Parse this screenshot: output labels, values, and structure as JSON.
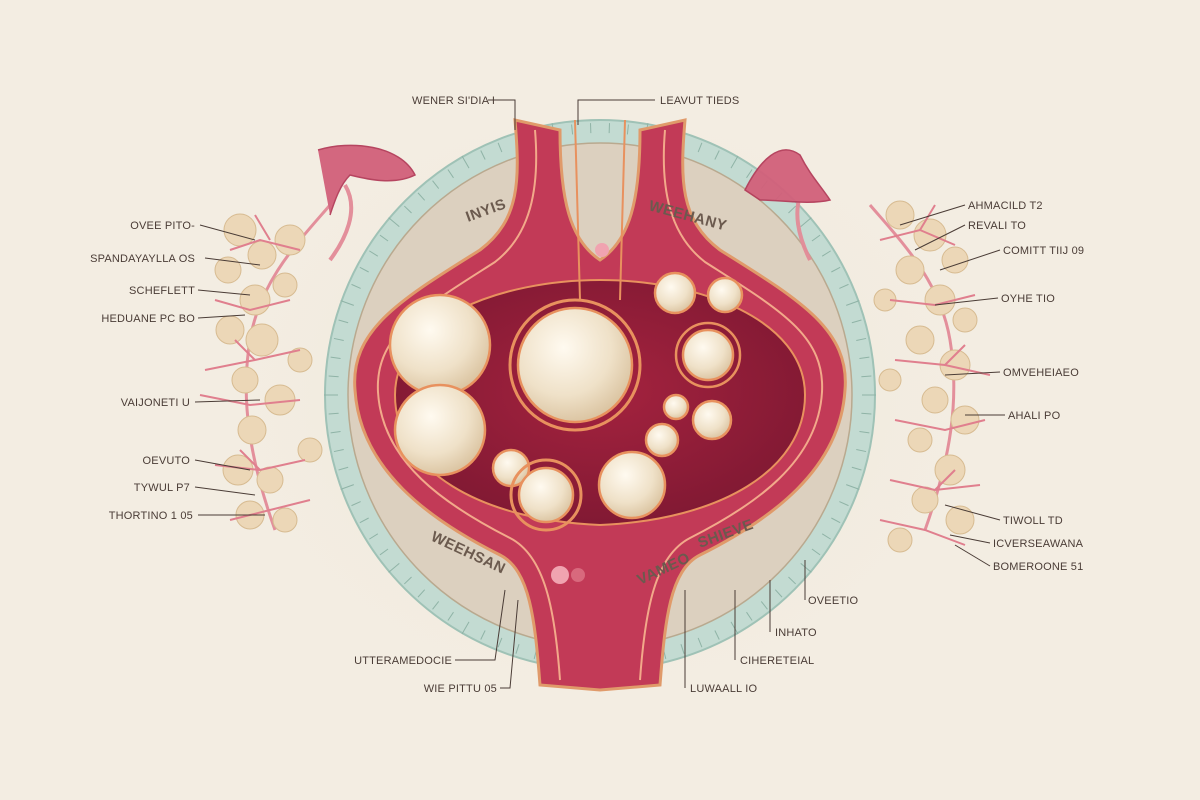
{
  "labels_top": [
    {
      "id": "top-left",
      "text": "WENER SI'DIA I"
    },
    {
      "id": "top-right",
      "text": "LEAVUT TIEDS"
    }
  ],
  "labels_left": [
    {
      "id": "l1",
      "text": "OVEE PITO-"
    },
    {
      "id": "l2",
      "text": "SPANDAYAYLLA OS"
    },
    {
      "id": "l3",
      "text": "SCHEFLETT"
    },
    {
      "id": "l4",
      "text": "HEDUANE PC BO"
    },
    {
      "id": "l5",
      "text": "VAIJONETI U"
    },
    {
      "id": "l6",
      "text": "OEVUTO"
    },
    {
      "id": "l7",
      "text": "TYWUL P7"
    },
    {
      "id": "l8",
      "text": "THORTINO 1 05"
    }
  ],
  "labels_right": [
    {
      "id": "r1",
      "text": "AHMACILD T2"
    },
    {
      "id": "r2",
      "text": "REVALI TO"
    },
    {
      "id": "r3",
      "text": "COMITT TIIJ 09"
    },
    {
      "id": "r4",
      "text": "OYHE TIO"
    },
    {
      "id": "r5",
      "text": "OMVEHEIAEO"
    },
    {
      "id": "r6",
      "text": "AHALI PO"
    },
    {
      "id": "r7",
      "text": "TIWOLL TD"
    },
    {
      "id": "r8",
      "text": "ICVERSEAWANA"
    },
    {
      "id": "r9",
      "text": "BOMEROONE 51"
    }
  ],
  "labels_bottom": [
    {
      "id": "b1",
      "text": "UTTERAMEDOCIE"
    },
    {
      "id": "b2",
      "text": "WIE PITTU 05"
    },
    {
      "id": "b3",
      "text": "LUWAALL IO"
    },
    {
      "id": "b4",
      "text": "CIHERETEIAL"
    },
    {
      "id": "b5",
      "text": "INHATO"
    },
    {
      "id": "b6",
      "text": "OVEETIO"
    }
  ],
  "ring_labels": [
    {
      "id": "ring-top-left",
      "text": "INYIS"
    },
    {
      "id": "ring-top-right",
      "text": "WEEHANY"
    },
    {
      "id": "ring-bottom-left",
      "text": "WEEHSAN"
    },
    {
      "id": "ring-bottom-right",
      "text": "VAMEO"
    },
    {
      "id": "ring-bottom-right-2",
      "text": "SHIEVE"
    }
  ],
  "colors": {
    "background": "#f3ede2",
    "ring_outer": "#bfd8cf",
    "ring_inner": "#d9cbb8",
    "organ": "#b32a4a",
    "organ_dark": "#8e1d39",
    "follicle": "#f3e6d4",
    "vessel": "#e07a8a",
    "text": "#4a3c36"
  }
}
